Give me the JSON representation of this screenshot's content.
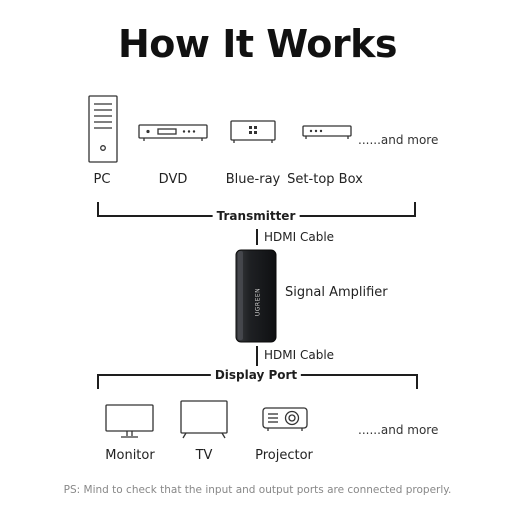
{
  "title": "How It Works",
  "sources": {
    "items": [
      {
        "label": "PC",
        "icon": "pc-tower-icon"
      },
      {
        "label": "DVD",
        "icon": "dvd-player-icon"
      },
      {
        "label": "Blue-ray",
        "icon": "bluray-player-icon"
      },
      {
        "label": "Set-top Box",
        "icon": "set-top-box-icon"
      }
    ],
    "more": "......and more"
  },
  "transmitter": {
    "label": "Transmitter"
  },
  "cable_top": {
    "label": "HDMI Cable"
  },
  "amplifier": {
    "label": "Signal Amplifier",
    "brand": "UGREEN",
    "icon": "signal-amplifier-icon"
  },
  "cable_bottom": {
    "label": "HDMI Cable"
  },
  "receiver": {
    "label": "Display Port"
  },
  "displays": {
    "items": [
      {
        "label": "Monitor",
        "icon": "monitor-icon"
      },
      {
        "label": "TV",
        "icon": "tv-icon"
      },
      {
        "label": "Projector",
        "icon": "projector-icon"
      }
    ],
    "more": "......and more"
  },
  "note": "PS: Mind to check that the input and output ports are connected properly.",
  "colors": {
    "line": "#1e1e1e",
    "device_body": "#1f2124",
    "note": "#888888"
  }
}
